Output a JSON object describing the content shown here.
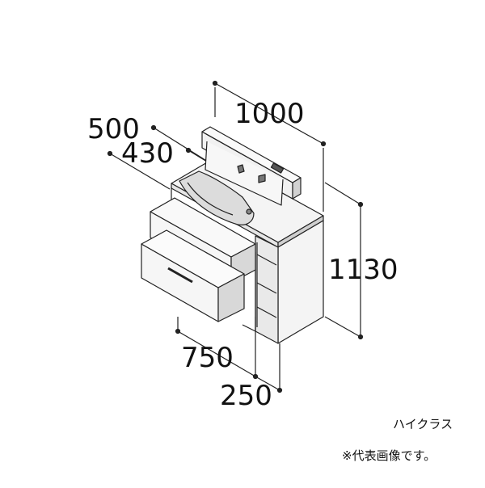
{
  "dimensions": {
    "width_total": "1000",
    "depth_total": "500",
    "depth_counter": "430",
    "height_total": "1130",
    "width_cabinet": "750",
    "width_side": "250"
  },
  "labels": {
    "grade": "ハイクラス",
    "representative_note": "※代表画像です。"
  },
  "colors": {
    "line": "#222222",
    "panel_light": "#f4f4f4",
    "panel_mid": "#e6e6e6",
    "panel_dark": "#cfcfcf",
    "basin": "#dcdcdc"
  }
}
